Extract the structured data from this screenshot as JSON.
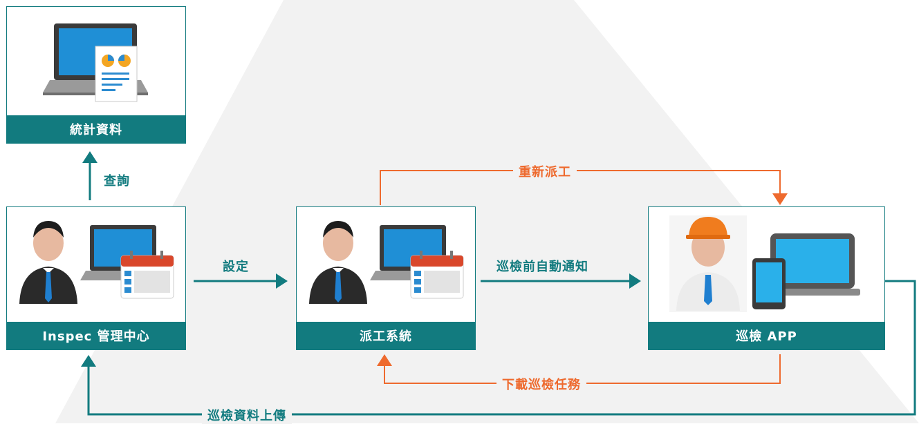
{
  "nodes": {
    "stats": {
      "label": "統計資料"
    },
    "admin": {
      "label": "Inspec 管理中心"
    },
    "dispatch": {
      "label": "派工系統"
    },
    "app": {
      "label": "巡檢 APP"
    }
  },
  "edges": {
    "query": "查詢",
    "set": "設定",
    "notify": "巡檢前自動通知",
    "redispatch": "重新派工",
    "download": "下載巡檢任務",
    "upload": "巡檢資料上傳"
  },
  "colors": {
    "teal": "#127b7f",
    "orange": "#ee6a2e",
    "background_triangle": "#f2f2f2"
  }
}
